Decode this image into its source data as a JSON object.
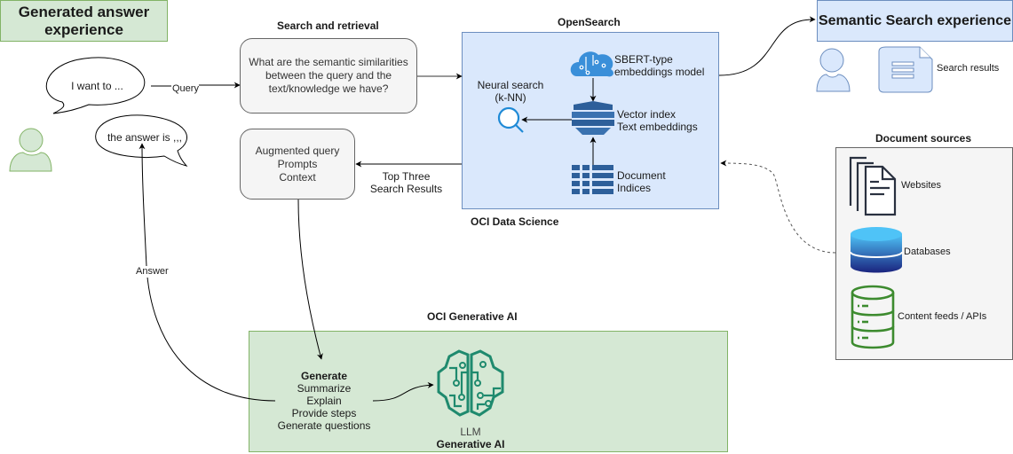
{
  "diagram": {
    "generated_answer_title": "Generated answer experience",
    "semantic_search_title": "Semantic Search experience",
    "search_results_label": "Search results",
    "speech_bubbles": {
      "query_bubble": "I want to  ...",
      "answer_bubble": "the answer is ,,,"
    },
    "edges": {
      "query": "Query",
      "answer": "Answer",
      "top_three_line1": "Top Three",
      "top_three_line2": "Search Results"
    },
    "search_retrieval": {
      "title": "Search and retrieval",
      "question_line1": "What are the semantic similarities",
      "question_line2": "between the query and the",
      "question_line3": "text/knowledge we have?",
      "augmented_line1": "Augmented query",
      "augmented_line2": "Prompts",
      "augmented_line3": "Context"
    },
    "opensearch": {
      "title": "OpenSearch",
      "footer": "OCI Data Science",
      "model_line1": "SBERT-type",
      "model_line2": "embeddings model",
      "neural_line1": "Neural search",
      "neural_line2": "(k-NN)",
      "vector_line1": "Vector index",
      "vector_line2": "Text embeddings",
      "docidx_line1": "Document",
      "docidx_line2": "Indices"
    },
    "document_sources": {
      "title": "Document sources",
      "items": [
        "Websites",
        "Databases",
        "Content feeds / APIs"
      ]
    },
    "generative_ai": {
      "title": "OCI Generative AI",
      "generate_heading": "Generate",
      "tasks": [
        "Summarize",
        "Explain",
        "Provide steps",
        "Generate questions"
      ],
      "llm_label": "LLM",
      "llm_name": "Generative AI"
    },
    "colors": {
      "green_fill": "#d5e8d4",
      "green_stroke": "#82b366",
      "blue_fill": "#dae8fc",
      "blue_stroke": "#6c8ebf",
      "gray_fill": "#f5f5f5",
      "icon_blue": "#2e6eb5",
      "brain_green": "#1f8a6e",
      "db_green": "#3d8b2f"
    }
  }
}
